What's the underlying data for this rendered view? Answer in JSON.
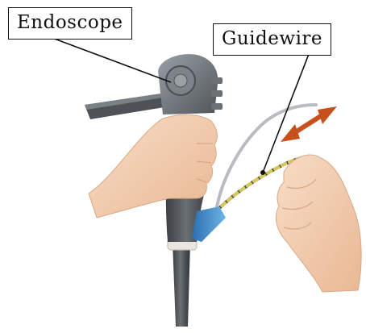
{
  "labels": {
    "endoscope": "Endoscope",
    "guidewire": "Guidewire"
  },
  "colors": {
    "arrow": "#c8501c",
    "sheath": "#3a86c8",
    "scope_body": "#5d6166",
    "skin": "#f4d2b8",
    "wire_stripe": "#d8c85a"
  },
  "icons": {
    "motion_arrow": "double-headed-arrow"
  }
}
